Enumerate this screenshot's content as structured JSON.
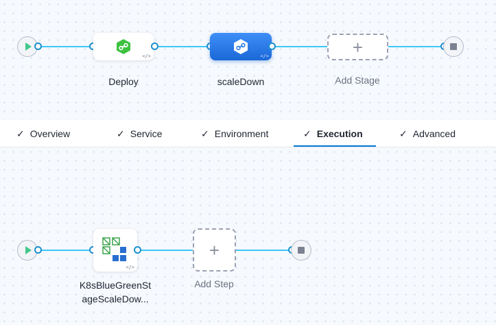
{
  "stages": {
    "deploy": {
      "label": "Deploy",
      "icon": "deploy-icon",
      "color": "#3dc23f"
    },
    "scale_down": {
      "label": "scaleDown",
      "icon": "deploy-icon",
      "selected": true
    },
    "add_stage": {
      "label": "Add Stage",
      "symbol": "+"
    },
    "code_mark": "</>"
  },
  "tabs": [
    {
      "label": "Overview",
      "check": "✓"
    },
    {
      "label": "Service",
      "check": "✓"
    },
    {
      "label": "Environment",
      "check": "✓"
    },
    {
      "label": "Execution",
      "check": "✓",
      "active": true
    },
    {
      "label": "Advanced",
      "check": "✓"
    }
  ],
  "steps": {
    "k8s_step": {
      "label_line1": "K8sBlueGreenSt",
      "label_line2": "ageScaleDow...",
      "icon": "k8s-blue-green-scale-down-icon"
    },
    "add_step": {
      "label": "Add Step",
      "symbol": "+"
    }
  },
  "colors": {
    "accent": "#0278d5",
    "connector": "#3dc7f6",
    "selected_stage": "#2f7fe8"
  }
}
